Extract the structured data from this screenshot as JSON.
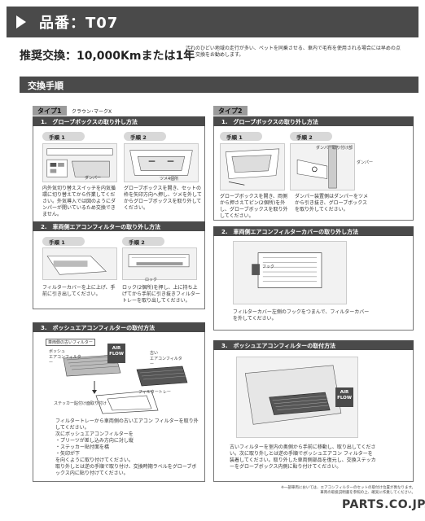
{
  "header": {
    "title": "品番：T07",
    "recommendation": "推奨交換：10,000Kmまたは1年",
    "note": "汚れのひどい地域の走行が多い、ペットを同乗させる、車内で毛布を使用される場合には早めの点検・交換をお勧めします。"
  },
  "section": {
    "title": "交換手順"
  },
  "type1": {
    "label": "タイプ1",
    "models": "クラウン･マークX",
    "step1": {
      "title": "1.　グローブボックスの取り外し方法",
      "sub1": "手順 1",
      "sub2": "手順 2",
      "damper": "ダンパー",
      "tsume": "ツメ4個所",
      "text1": "内外気切り替えスイッチを内気循環に切り替えてから作業してください。外気導入では図のようにダンパーが開いているため交換できません。",
      "text2": "グローブボックスを開き、セットの枠を矢印方向へ押し、ツメを外してからグローブボックスを取り外してください。"
    },
    "step2": {
      "title": "2.　車両側エアコンフィルターの取り外し方法",
      "sub1": "手順 1",
      "sub2": "手順 2",
      "lock": "ロック",
      "text1": "フィルターカバーを上に上げ、手前に引き出してください。",
      "text2": "ロック(2個所)を押し、上に持ち上げてから手前に引き抜きフィルタートレーを取り出してください。"
    },
    "step3": {
      "title": "3.　ボッシュエアコンフィルターの取付方法",
      "tag_old": "車両側の古いフィルター",
      "tag_bosch": "ボッシュ\nエアコンフィルター",
      "tag_old2": "古い\nエアコンフィルター",
      "tag_tray": "フィルタートレー",
      "tag_sticker": "ステッカー貼付け面取り付け",
      "airflow": "AIR FLOW",
      "text": "フィルタートレーから車両側の古いエアコン フィルターを取り外してください。\n次にボッシュエアコンフィルターを\n・プリーツが差し込み方向に対し縦\n・ステッカー貼付面を橋\n・矢印が下\nを向くように取り付けてください。\n取り外しとは逆の手順で取り付け、交換時期ラベルをグローブボックス内に貼り付けてください。"
    }
  },
  "type2": {
    "label": "タイプ2",
    "step1": {
      "title": "1.　グローブボックスの取り外し方法",
      "sub1": "手順 1",
      "sub2": "手順 2",
      "damper_mount": "ダンパー取り付け部",
      "damper": "ダンパー",
      "text1": "グローブボックスを開き、両側から押さえてピン(2個所)を外し、グローブボックスを取り外してください。",
      "text2": "ダンパー装置側はダンパーをツメから引き抜き、グローブボックスを取り外してください。"
    },
    "step2": {
      "title": "2.　車両側エアコンフィルターカバーの取り外し方法",
      "hook": "フック",
      "text": "フィルターカバー左側のフックをつまんで、フィルターカバーを外してください。"
    },
    "step3": {
      "title": "3.　ボッシュエアコンフィルターの取付方法",
      "airflow": "AIR FLOW",
      "text": "古いフィルターを室内の奥側から手前に移動し、取り出してください。次に取り外しとは逆の手順でボッシュエアコン フィルターを装着してください。取り外した車両側部品を復元し、交換ステッカーをグローブボックス内側に貼り付けてください。"
    }
  },
  "footer": {
    "footnote": "※一部車両においては、エアコンフィルターのセットの取付け位置が異なります。\n車両の取扱説明書を参照の上、確実に作業してください。",
    "logo": "PARTS.CO.JP."
  }
}
